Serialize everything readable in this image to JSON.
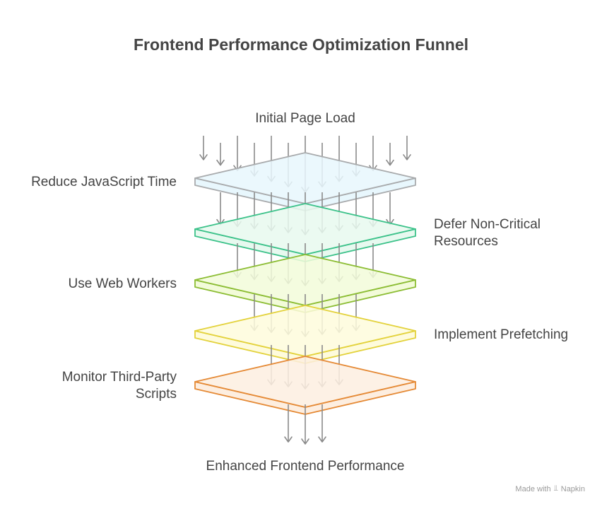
{
  "title": "Frontend Performance Optimization Funnel",
  "input_label": "Initial Page Load",
  "output_label": "Enhanced Frontend Performance",
  "layers": [
    {
      "label": "Reduce JavaScript Time",
      "side": "left",
      "fill": "#e8f7fd",
      "stroke": "#a9abad"
    },
    {
      "label": "Defer Non-Critical Resources",
      "side": "right",
      "fill": "#e7f9ef",
      "stroke": "#3cc28a"
    },
    {
      "label": "Use Web Workers",
      "side": "left",
      "fill": "#f2fbd9",
      "stroke": "#8cbd34"
    },
    {
      "label": "Implement Prefetching",
      "side": "right",
      "fill": "#fefbdc",
      "stroke": "#e3d23c"
    },
    {
      "label": "Monitor Third-Party Scripts",
      "side": "left",
      "fill": "#fdeee0",
      "stroke": "#e58a36"
    }
  ],
  "footer": {
    "prefix": "Made with",
    "brand": "Napkin"
  }
}
